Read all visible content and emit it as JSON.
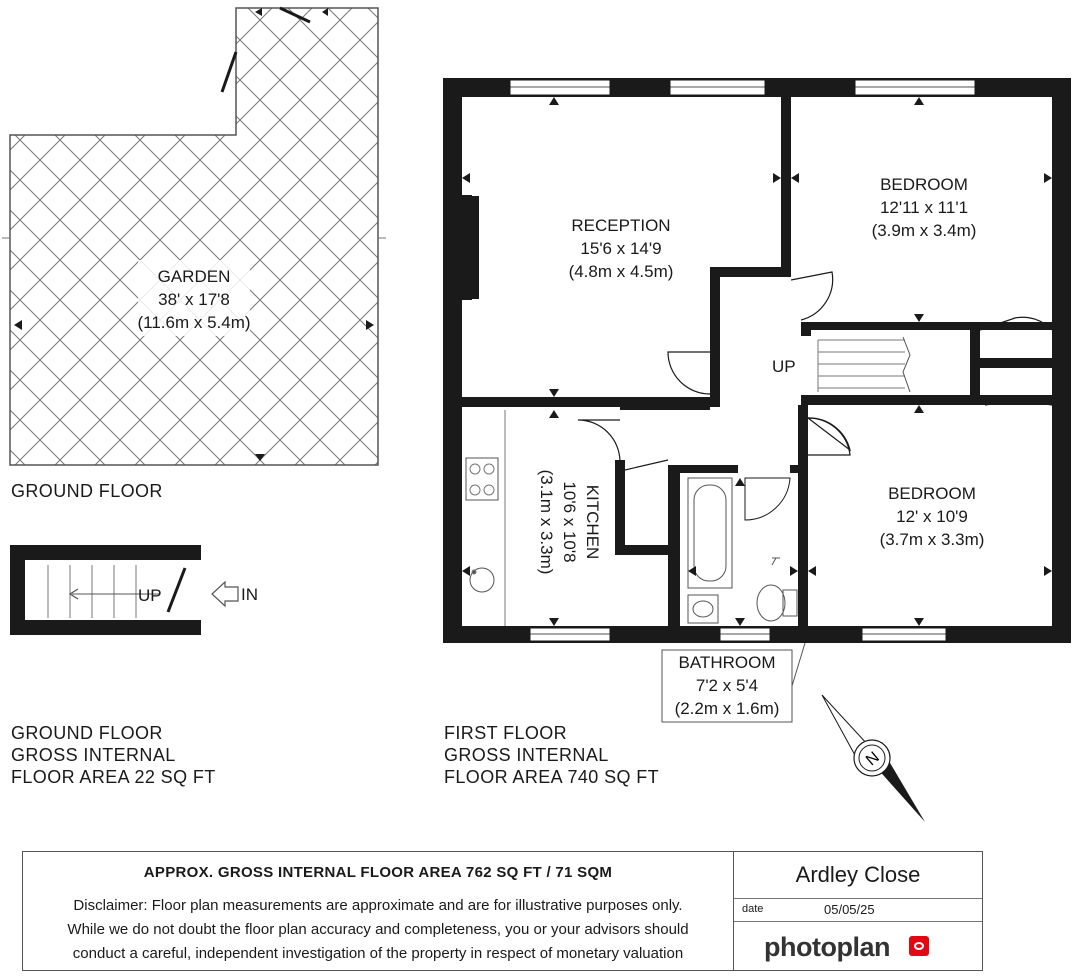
{
  "ground_floor": {
    "garden": {
      "name": "GARDEN",
      "imperial": "38' x 17'8",
      "metric": "(11.6m x 5.4m)"
    },
    "floor_label": "GROUND FLOOR",
    "stair_label": "UP",
    "entrance_label": "IN",
    "area_caption": [
      "GROUND FLOOR",
      "GROSS INTERNAL",
      "FLOOR AREA 22 SQ FT"
    ]
  },
  "first_floor": {
    "rooms": {
      "reception": {
        "name": "RECEPTION",
        "imperial": "15'6 x 14'9",
        "metric": "(4.8m x 4.5m)"
      },
      "bedroom1": {
        "name": "BEDROOM",
        "imperial": "12'11 x 11'1",
        "metric": "(3.9m x 3.4m)"
      },
      "bedroom2": {
        "name": "BEDROOM",
        "imperial": "12' x 10'9",
        "metric": "(3.7m x 3.3m)"
      },
      "kitchen": {
        "name": "KITCHEN",
        "imperial": "10'6 x 10'8",
        "metric": "(3.1m x 3.3m)"
      },
      "bathroom": {
        "name": "BATHROOM",
        "imperial": "7'2 x 5'4",
        "metric": "(2.2m x 1.6m)"
      }
    },
    "stair_label": "UP",
    "area_caption": [
      "FIRST FLOOR",
      "GROSS INTERNAL",
      "FLOOR AREA 740 SQ FT"
    ]
  },
  "compass": {
    "label": "N"
  },
  "footer": {
    "title": "APPROX. GROSS INTERNAL FLOOR AREA 762 SQ FT / 71 SQM",
    "disclaimer": [
      "Disclaimer: Floor plan measurements are approximate and are for illustrative purposes only.",
      "While we do not doubt the floor plan accuracy and completeness, you or your advisors should",
      "conduct a careful, independent investigation of the property in respect of monetary valuation"
    ],
    "address": "Ardley Close",
    "date_label": "date",
    "date": "05/05/25",
    "brand": "photoplan"
  },
  "colors": {
    "wall": "#1a1a1a",
    "window": "#ffffff",
    "brand_red": "#e30613"
  }
}
